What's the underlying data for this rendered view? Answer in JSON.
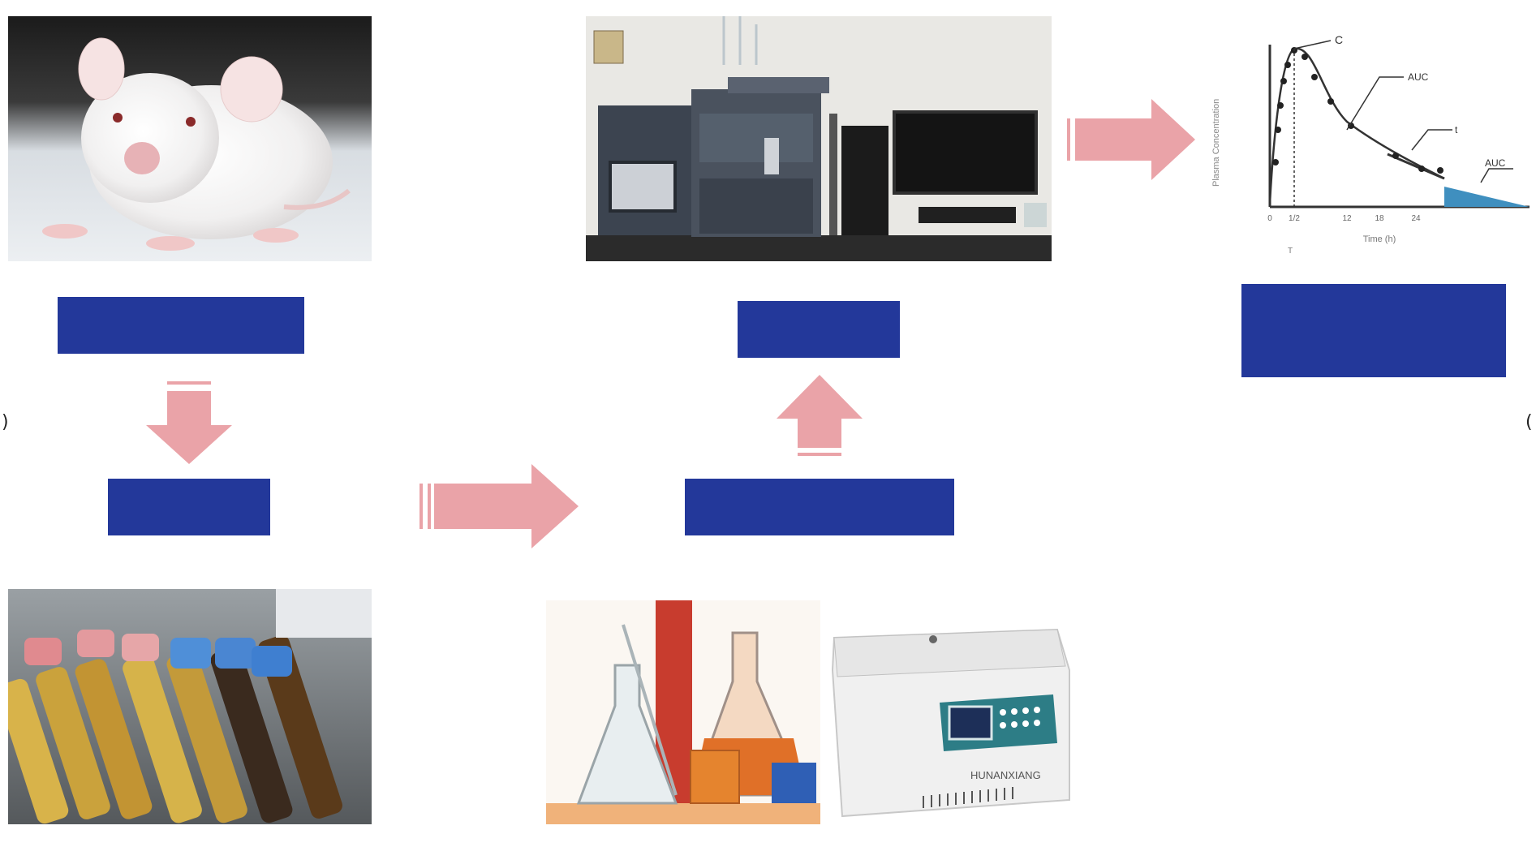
{
  "colors": {
    "box_fill": "#23389a",
    "arrow_fill": "#eaa3a8",
    "curve": "#333333",
    "auc_fill": "#3f8fbf"
  },
  "boxes": {
    "box1": "",
    "box2": "",
    "box3": "",
    "box4": "",
    "box5": ""
  },
  "pk_chart": {
    "annotations": [
      "C",
      "AUC",
      "t",
      "AUC"
    ],
    "x_ticks": [
      "0",
      "1/2",
      "12",
      "18",
      "24"
    ],
    "xlabel": "Time (h)",
    "ylabel": "Plasma Concentration",
    "tmax_label": "T"
  },
  "centrifuge": {
    "brand": "HUNANXIANG"
  },
  "images": {
    "mouse": "white-mouse-photo",
    "lcms": "lc-ms-instrument-photo",
    "tubes": "blood-tubes-photo",
    "glassware": "lab-glassware-photo",
    "centrifuge": "centrifuge-photo"
  }
}
